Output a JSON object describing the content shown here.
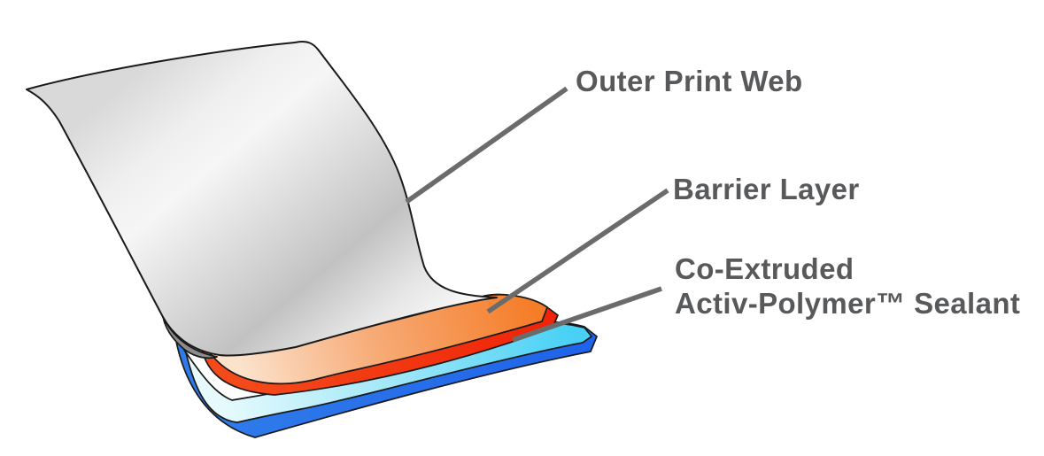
{
  "diagram": {
    "type": "layer-stack-illustration",
    "labels": {
      "outer_print_web": "Outer Print Web",
      "barrier_layer": "Barrier Layer",
      "sealant_line1": "Co-Extruded",
      "sealant_line2": "Activ-Polymer™ Sealant"
    },
    "layers": [
      {
        "name": "Outer Print Web",
        "color_hint": "gray sheet"
      },
      {
        "name": "Barrier Layer",
        "color_hint": "orange slab with red edge"
      },
      {
        "name": "Co-Extruded Activ-Polymer™ Sealant",
        "color_hint": "cyan slab with blue edge"
      }
    ],
    "colors": {
      "text": "#58595b",
      "leader": "#6a6b6d",
      "outline": "#1a1a1a",
      "sheet_top": "#d9d9d9",
      "sheet_light": "#f6f6f6",
      "sheet_shadow": "#c2c2c2",
      "sheet_bottom": "#fbfbfb",
      "sheet_underside": "#8c8c8c",
      "orange_light": "#fbe2cb",
      "orange_mid": "#f7ab77",
      "orange": "#f57d28",
      "red_light": "#f4491a",
      "red": "#f02408",
      "cyan_light": "#e7fafd",
      "cyan_mid": "#9fe7f8",
      "cyan": "#49d1f5",
      "blue_light": "#2f7bea",
      "blue": "#1f63ea"
    }
  }
}
